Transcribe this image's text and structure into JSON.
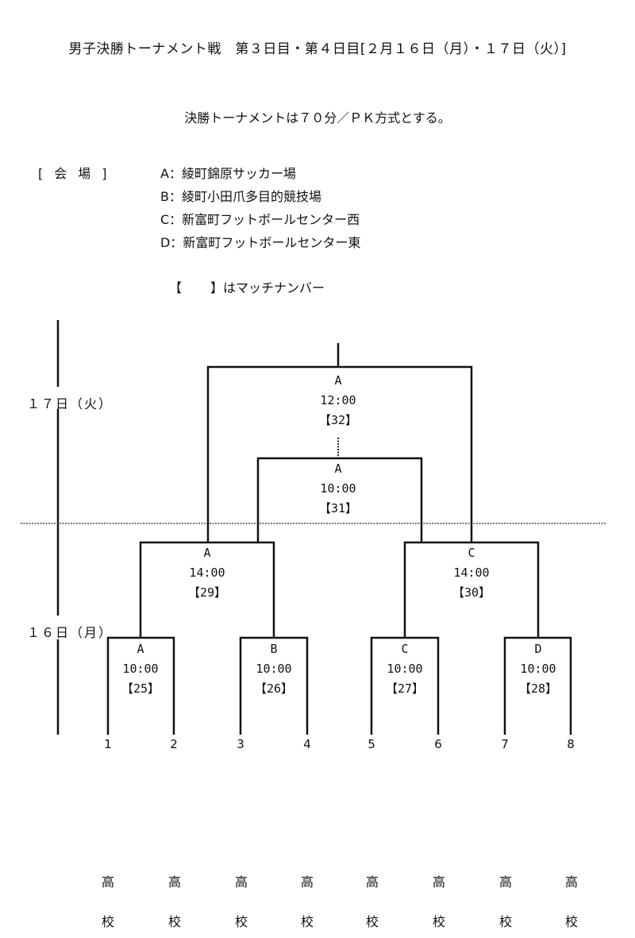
{
  "header": {
    "title": "男子決勝トーナメント戦　第３日目・第４日目[２月１６日（月）・１７日（火）]",
    "rule": "決勝トーナメントは７０分／ＰＫ方式とする。"
  },
  "venues": {
    "heading": "[会場]",
    "items": [
      {
        "code": "A",
        "label": "A：綾町錦原サッカー場"
      },
      {
        "code": "B",
        "label": "B：綾町小田爪多目的競技場"
      },
      {
        "code": "C",
        "label": "C：新富町フットボールセンター西"
      },
      {
        "code": "D",
        "label": "D：新富町フットボールセンター東"
      }
    ]
  },
  "legend": {
    "open": "【",
    "close": "】",
    "text": "はマッチナンバー"
  },
  "dates": {
    "day2": "１７日（火）",
    "day1": "１６日（月）"
  },
  "matches": [
    {
      "id": "32",
      "venue": "A",
      "time": "12:00",
      "number": "【32】",
      "round": "final"
    },
    {
      "id": "31",
      "venue": "A",
      "time": "10:00",
      "number": "【31】",
      "round": "third-place"
    },
    {
      "id": "29",
      "venue": "A",
      "time": "14:00",
      "number": "【29】",
      "round": "semifinal"
    },
    {
      "id": "30",
      "venue": "C",
      "time": "14:00",
      "number": "【30】",
      "round": "semifinal"
    },
    {
      "id": "25",
      "venue": "A",
      "time": "10:00",
      "number": "【25】",
      "round": "quarterfinal"
    },
    {
      "id": "26",
      "venue": "B",
      "time": "10:00",
      "number": "【26】",
      "round": "quarterfinal"
    },
    {
      "id": "27",
      "venue": "C",
      "time": "10:00",
      "number": "【27】",
      "round": "quarterfinal"
    },
    {
      "id": "28",
      "venue": "D",
      "time": "10:00",
      "number": "【28】",
      "round": "quarterfinal"
    }
  ],
  "seeds": [
    "1",
    "2",
    "3",
    "4",
    "5",
    "6",
    "7",
    "8"
  ],
  "schools": [
    {
      "top": "高",
      "bottom": "校"
    },
    {
      "top": "高",
      "bottom": "校"
    },
    {
      "top": "高",
      "bottom": "校"
    },
    {
      "top": "高",
      "bottom": "校"
    },
    {
      "top": "高",
      "bottom": "校"
    },
    {
      "top": "高",
      "bottom": "校"
    },
    {
      "top": "高",
      "bottom": "校"
    },
    {
      "top": "高",
      "bottom": "校"
    }
  ]
}
